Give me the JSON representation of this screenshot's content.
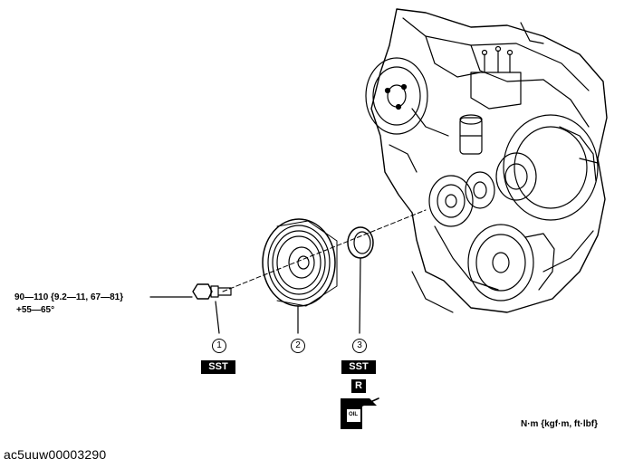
{
  "torque": {
    "line1": "90—110 {9.2—11, 67—81}",
    "line2": "+55—65°"
  },
  "parts": [
    {
      "number": "1",
      "badge": "SST"
    },
    {
      "number": "2"
    },
    {
      "number": "3",
      "badge": "SST",
      "badge2": "R"
    }
  ],
  "oil_icon_text": "OIL",
  "units": "N·m {kgf·m, ft·lbf}",
  "caption": "ac5uuw00003290"
}
